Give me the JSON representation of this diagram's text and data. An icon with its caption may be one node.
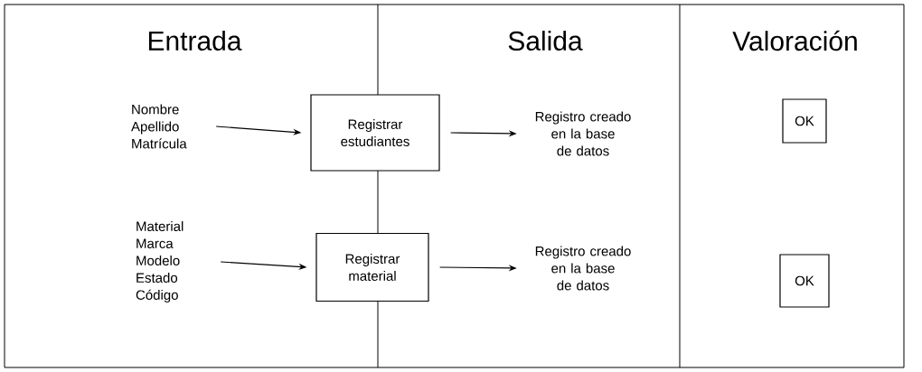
{
  "diagram": {
    "nodes": [
      {
        "text": [
          "Nombre Apellido Matrícula"
        ]
      },
      {
        "text": [
          "Registrar estudiantes"
        ]
      },
      {
        "text": [
          "Registro creado en la base de datos"
        ]
      },
      {
        "text": [
          "OK"
        ]
      },
      {
        "text": [
          "Material Marca Modelo Estado Código"
        ]
      },
      {
        "text": [
          "Registrar material"
        ]
      },
      {
        "text": [
          "Registro creado en la base de datos"
        ]
      },
      {
        "text": [
          "OK"
        ]
      }
    ],
    "edges": [
      {
        "from": 0,
        "to": 1,
        "arrow": "to"
      },
      {
        "from": 1,
        "to": 2,
        "arrow": "to"
      },
      {
        "from": 4,
        "to": 5,
        "arrow": "to"
      },
      {
        "from": 5,
        "to": 6,
        "arrow": "to"
      }
    ],
    "labels": [
      "Entrada",
      "Salida",
      "Valoración"
    ]
  }
}
